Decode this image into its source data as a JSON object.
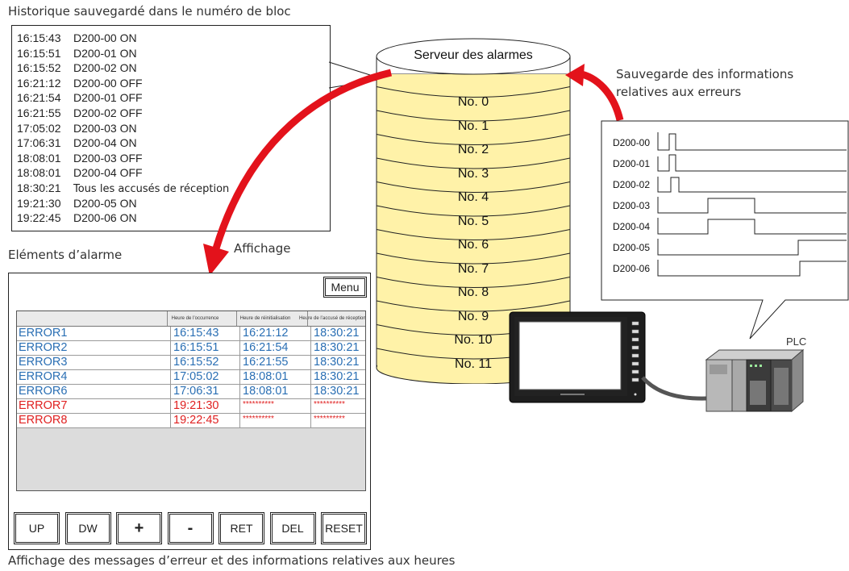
{
  "captions": {
    "history_title": "Historique sauvegardé dans le numéro de bloc",
    "alarm_title": "Eléments d’alarme",
    "display_label": "Affichage",
    "save_label_line1": "Sauvegarde des informations",
    "save_label_line2": "relatives aux erreurs",
    "bottom_caption": "Affichage des messages d’erreur et des informations relatives aux heures"
  },
  "history": [
    {
      "time": "16:15:43",
      "text": "D200-00 ON"
    },
    {
      "time": "16:15:51",
      "text": "D200-01 ON"
    },
    {
      "time": "16:15:52",
      "text": "D200-02 ON"
    },
    {
      "time": "16:21:12",
      "text": "D200-00 OFF"
    },
    {
      "time": "16:21:54",
      "text": "D200-01 OFF"
    },
    {
      "time": "16:21:55",
      "text": "D200-02 OFF"
    },
    {
      "time": "17:05:02",
      "text": "D200-03 ON"
    },
    {
      "time": "17:06:31",
      "text": "D200-04 ON"
    },
    {
      "time": "18:08:01",
      "text": "D200-03 OFF"
    },
    {
      "time": "18:08:01",
      "text": "D200-04 OFF"
    },
    {
      "time": "18:30:21",
      "text": "Tous les accusés de réception"
    },
    {
      "time": "19:21:30",
      "text": "D200-05 ON"
    },
    {
      "time": "19:22:45",
      "text": "D200-06 ON"
    }
  ],
  "server": {
    "title": "Serveur des alarmes",
    "blocks": [
      "No. 0",
      "No. 1",
      "No. 2",
      "No. 3",
      "No. 4",
      "No. 5",
      "No. 6",
      "No. 7",
      "No. 8",
      "No. 9",
      "No. 10",
      "No. 11"
    ],
    "fill_color": "#fff2a8"
  },
  "alarm_screen": {
    "menu_label": "Menu",
    "headers": [
      "Heure de l’occurrence",
      "Heure de réinitialisation",
      "Heure de l’accusé de réception"
    ],
    "rows": [
      {
        "name": "ERROR1",
        "occ": "16:15:43",
        "reset": "16:21:12",
        "ack": "18:30:21",
        "color": "#2a6fb4"
      },
      {
        "name": "ERROR2",
        "occ": "16:15:51",
        "reset": "16:21:54",
        "ack": "18:30:21",
        "color": "#2a6fb4"
      },
      {
        "name": "ERROR3",
        "occ": "16:15:52",
        "reset": "16:21:55",
        "ack": "18:30:21",
        "color": "#2a6fb4"
      },
      {
        "name": "ERROR4",
        "occ": "17:05:02",
        "reset": "18:08:01",
        "ack": "18:30:21",
        "color": "#2a6fb4"
      },
      {
        "name": "ERROR6",
        "occ": "17:06:31",
        "reset": "18:08:01",
        "ack": "18:30:21",
        "color": "#2a6fb4"
      },
      {
        "name": "ERROR7",
        "occ": "19:21:30",
        "reset": "**********",
        "ack": "**********",
        "color": "#e02020"
      },
      {
        "name": "ERROR8",
        "occ": "19:22:45",
        "reset": "**********",
        "ack": "**********",
        "color": "#e02020"
      }
    ],
    "buttons": [
      "UP",
      "DW",
      "+",
      "-",
      "RET",
      "DEL",
      "RESET"
    ]
  },
  "timing": {
    "signals": [
      "D200-00",
      "D200-01",
      "D200-02",
      "D200-03",
      "D200-04",
      "D200-05",
      "D200-06"
    ]
  },
  "plc_label": "PLC",
  "arrow_color": "#e3121b"
}
